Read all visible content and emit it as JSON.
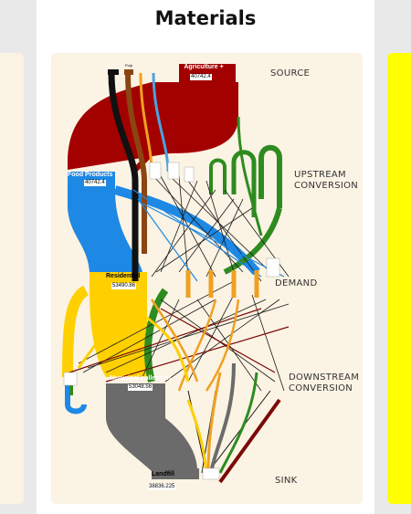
{
  "title": "Materials",
  "stages": {
    "source": "SOURCE",
    "upstream": "UPSTREAM\nCONVERSION",
    "demand": "DEMAND",
    "downstream": "DOWNSTREAM\nCONVERSION",
    "sink": "SINK"
  },
  "nodes": {
    "agriculture": {
      "label": "Agriculture +",
      "value": "40742.4"
    },
    "pulp": {
      "label": "Pulp"
    },
    "food": {
      "label": "Food Products",
      "value": "40742.4"
    },
    "residential": {
      "label": "Residential",
      "value": "53490.86"
    },
    "municipal": {
      "label": "Municipal collection",
      "value": "53048.56"
    },
    "landfill": {
      "label": "Landfill",
      "value": "38836.225"
    }
  },
  "colors": {
    "background": "#fbf3e3",
    "agriculture": "#a30000",
    "food": "#1e88e5",
    "residential": "#ffd000",
    "municipal": "#1e88e5",
    "landfill": "#6b6b6b",
    "green": "#2e8b20",
    "brown": "#8b4513",
    "orange": "#f0a020",
    "black": "#111111",
    "right_bar": "#ffff00"
  }
}
